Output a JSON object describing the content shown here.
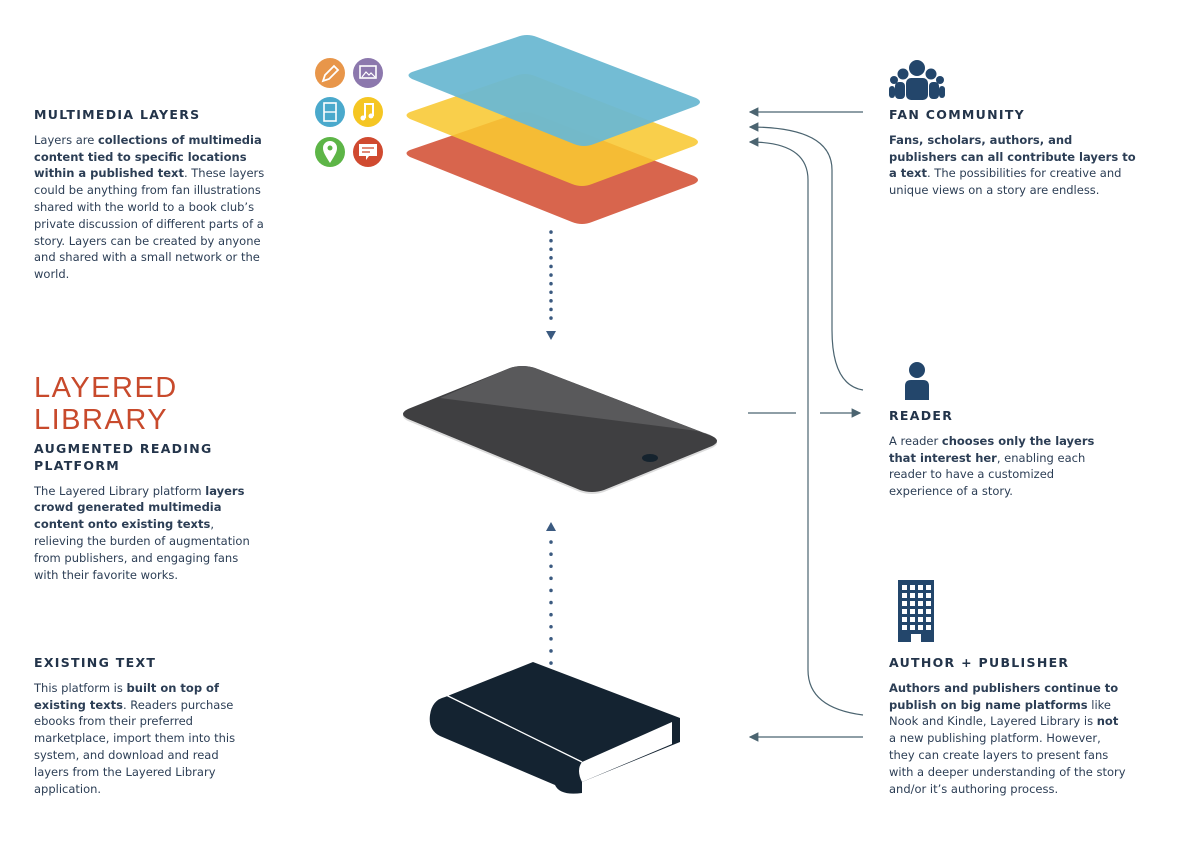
{
  "multimedia": {
    "heading": "MULTIMEDIA LAYERS",
    "p1": "Layers are ",
    "p2": "collections of multimedia content tied to specific locations within a published text",
    "p3": ". These layers could be anything from fan illustrations shared with the world to a book club’s private discussion of different parts of a story. Layers can be created by anyone and shared with a small network or the world.",
    "icons": [
      "pencil-icon",
      "image-icon",
      "film-icon",
      "music-icon",
      "location-pin-icon",
      "comment-icon"
    ],
    "icon_colors": [
      "#e8964a",
      "#8c78ad",
      "#4aa9cc",
      "#f5c623",
      "#5db547",
      "#d04a30"
    ]
  },
  "platform": {
    "title": "LAYERED LIBRARY",
    "subtitle": "AUGMENTED READING PLATFORM",
    "p1": "The Layered Library platform ",
    "p2": "layers crowd generated multimedia content onto existing texts",
    "p3": ", relieving the burden of augmentation from publishers, and engaging fans with their favorite works."
  },
  "existing": {
    "heading": "EXISTING TEXT",
    "p1": "This platform is ",
    "p2": "built on top of existing texts",
    "p3": ". Readers purchase ebooks from their preferred marketplace, import them into this system, and download and read layers from the Layered Library application."
  },
  "fan": {
    "heading": "FAN COMMUNITY",
    "p2": "Fans, scholars, authors, and publishers can all contribute layers to a text",
    "p3": ". The possibilities for creative and unique views on a story are endless."
  },
  "reader": {
    "heading": "READER",
    "p1": "A reader ",
    "p2": "chooses only the layers that interest her",
    "p3": ", enabling each reader to have a customized experience of a story."
  },
  "author": {
    "heading": "AUTHOR + PUBLISHER",
    "p2": "Authors and publishers continue to publish on big name platforms",
    "p3": " like Nook and Kindle, Layered Library is ",
    "p4": "not",
    "p5": " a new publishing platform. However, they can create layers to present fans with a deeper understanding of the story and/or it’s authoring process."
  },
  "colors": {
    "layer_blue": "#6cb8d2",
    "layer_yellow": "#f8c832",
    "layer_red": "#d8654d",
    "accent": "#c84a2c",
    "text": "#2c3e55",
    "arrow": "#4b6470"
  }
}
